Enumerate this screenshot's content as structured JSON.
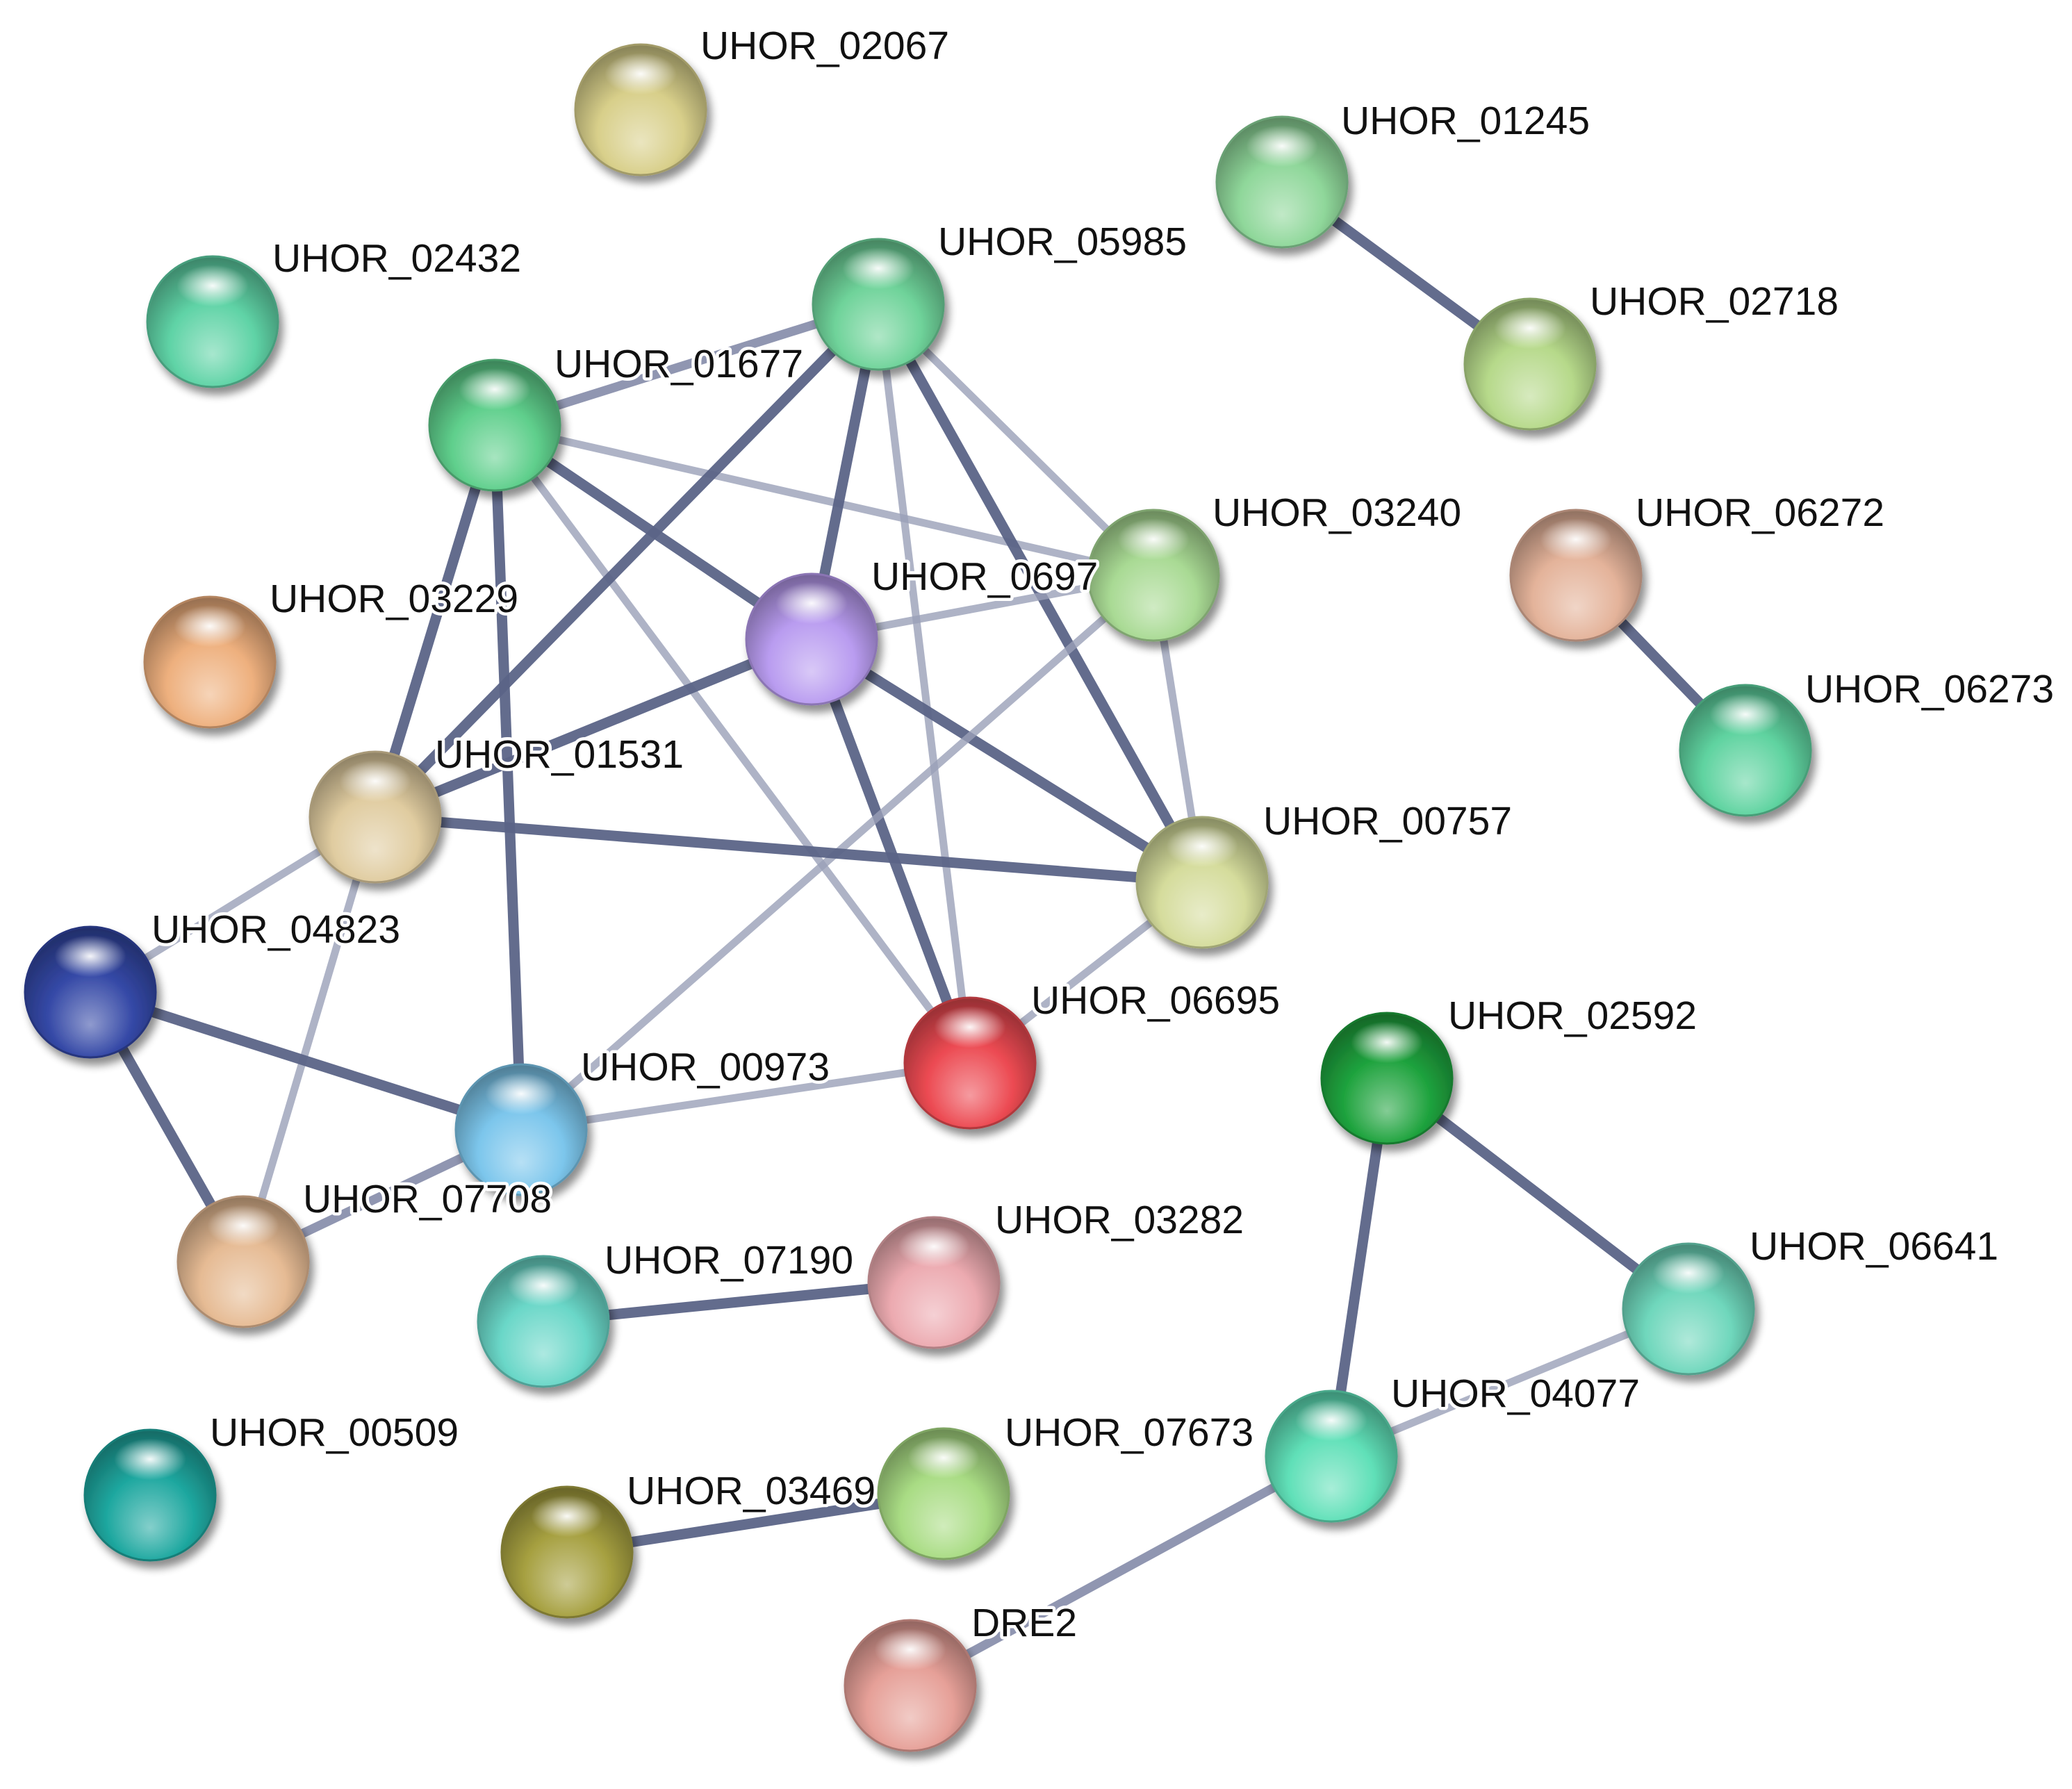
{
  "network": {
    "nodes": [
      {
        "id": "UHOR_02067",
        "label": "UHOR_02067",
        "color": "#d8cf8a"
      },
      {
        "id": "UHOR_01245",
        "label": "UHOR_01245",
        "color": "#8fd79a"
      },
      {
        "id": "UHOR_02432",
        "label": "UHOR_02432",
        "color": "#5fd3a6"
      },
      {
        "id": "UHOR_05985",
        "label": "UHOR_05985",
        "color": "#6fd39a"
      },
      {
        "id": "UHOR_02718",
        "label": "UHOR_02718",
        "color": "#b6d98a"
      },
      {
        "id": "UHOR_01677",
        "label": "UHOR_01677",
        "color": "#5fcf8c"
      },
      {
        "id": "UHOR_03240",
        "label": "UHOR_03240",
        "color": "#a9da94"
      },
      {
        "id": "UHOR_06272",
        "label": "UHOR_06272",
        "color": "#e4b39a"
      },
      {
        "id": "UHOR_0697",
        "label": "UHOR_0697",
        "color": "#b99cf0"
      },
      {
        "id": "UHOR_03229",
        "label": "UHOR_03229",
        "color": "#eeb07e"
      },
      {
        "id": "UHOR_06273",
        "label": "UHOR_06273",
        "color": "#5fd3a0"
      },
      {
        "id": "UHOR_01531",
        "label": "UHOR_01531",
        "color": "#e0cca0"
      },
      {
        "id": "UHOR_00757",
        "label": "UHOR_00757",
        "color": "#d5dc9c"
      },
      {
        "id": "UHOR_04823",
        "label": "UHOR_04823",
        "color": "#3448a6"
      },
      {
        "id": "UHOR_06695",
        "label": "UHOR_06695",
        "color": "#ec4a52"
      },
      {
        "id": "UHOR_02592",
        "label": "UHOR_02592",
        "color": "#1fa33e"
      },
      {
        "id": "UHOR_00973",
        "label": "UHOR_00973",
        "color": "#7cc6ec"
      },
      {
        "id": "UHOR_07708",
        "label": "UHOR_07708",
        "color": "#e6bb94"
      },
      {
        "id": "UHOR_03282",
        "label": "UHOR_03282",
        "color": "#ecaab0"
      },
      {
        "id": "UHOR_07190",
        "label": "UHOR_07190",
        "color": "#6ad7c8"
      },
      {
        "id": "UHOR_06641",
        "label": "UHOR_06641",
        "color": "#6fd7bc"
      },
      {
        "id": "UHOR_04077",
        "label": "UHOR_04077",
        "color": "#60e0b8"
      },
      {
        "id": "UHOR_00509",
        "label": "UHOR_00509",
        "color": "#1fa8a0"
      },
      {
        "id": "UHOR_07673",
        "label": "UHOR_07673",
        "color": "#a9dc84"
      },
      {
        "id": "UHOR_03469",
        "label": "UHOR_03469",
        "color": "#a6a040"
      },
      {
        "id": "DRE2",
        "label": "DRE2",
        "color": "#e6a098"
      }
    ],
    "edges": [
      {
        "source": "UHOR_01245",
        "target": "UHOR_02718",
        "strength": "strong"
      },
      {
        "source": "UHOR_06272",
        "target": "UHOR_06273",
        "strength": "strong"
      },
      {
        "source": "UHOR_01677",
        "target": "UHOR_05985",
        "strength": "medium"
      },
      {
        "source": "UHOR_01677",
        "target": "UHOR_0697",
        "strength": "strong"
      },
      {
        "source": "UHOR_01677",
        "target": "UHOR_03240",
        "strength": "weak"
      },
      {
        "source": "UHOR_01677",
        "target": "UHOR_01531",
        "strength": "strong"
      },
      {
        "source": "UHOR_01677",
        "target": "UHOR_00973",
        "strength": "strong"
      },
      {
        "source": "UHOR_01677",
        "target": "UHOR_06695",
        "strength": "weak"
      },
      {
        "source": "UHOR_05985",
        "target": "UHOR_0697",
        "strength": "strong"
      },
      {
        "source": "UHOR_05985",
        "target": "UHOR_03240",
        "strength": "weak"
      },
      {
        "source": "UHOR_05985",
        "target": "UHOR_00757",
        "strength": "strong"
      },
      {
        "source": "UHOR_05985",
        "target": "UHOR_06695",
        "strength": "weak"
      },
      {
        "source": "UHOR_05985",
        "target": "UHOR_01531",
        "strength": "strong"
      },
      {
        "source": "UHOR_0697",
        "target": "UHOR_03240",
        "strength": "weak"
      },
      {
        "source": "UHOR_0697",
        "target": "UHOR_01531",
        "strength": "strong"
      },
      {
        "source": "UHOR_0697",
        "target": "UHOR_00757",
        "strength": "strong"
      },
      {
        "source": "UHOR_0697",
        "target": "UHOR_06695",
        "strength": "strong"
      },
      {
        "source": "UHOR_03240",
        "target": "UHOR_00757",
        "strength": "weak"
      },
      {
        "source": "UHOR_03240",
        "target": "UHOR_00973",
        "strength": "weak"
      },
      {
        "source": "UHOR_01531",
        "target": "UHOR_00757",
        "strength": "strong"
      },
      {
        "source": "UHOR_01531",
        "target": "UHOR_04823",
        "strength": "weak"
      },
      {
        "source": "UHOR_01531",
        "target": "UHOR_07708",
        "strength": "weak"
      },
      {
        "source": "UHOR_00757",
        "target": "UHOR_06695",
        "strength": "weak"
      },
      {
        "source": "UHOR_04823",
        "target": "UHOR_00973",
        "strength": "strong"
      },
      {
        "source": "UHOR_04823",
        "target": "UHOR_07708",
        "strength": "strong"
      },
      {
        "source": "UHOR_00973",
        "target": "UHOR_06695",
        "strength": "weak"
      },
      {
        "source": "UHOR_00973",
        "target": "UHOR_07708",
        "strength": "medium"
      },
      {
        "source": "UHOR_07190",
        "target": "UHOR_03282",
        "strength": "strong"
      },
      {
        "source": "UHOR_02592",
        "target": "UHOR_06641",
        "strength": "strong"
      },
      {
        "source": "UHOR_02592",
        "target": "UHOR_04077",
        "strength": "strong"
      },
      {
        "source": "UHOR_06641",
        "target": "UHOR_04077",
        "strength": "weak"
      },
      {
        "source": "UHOR_04077",
        "target": "DRE2",
        "strength": "medium"
      },
      {
        "source": "UHOR_03469",
        "target": "UHOR_07673",
        "strength": "strong"
      }
    ]
  }
}
